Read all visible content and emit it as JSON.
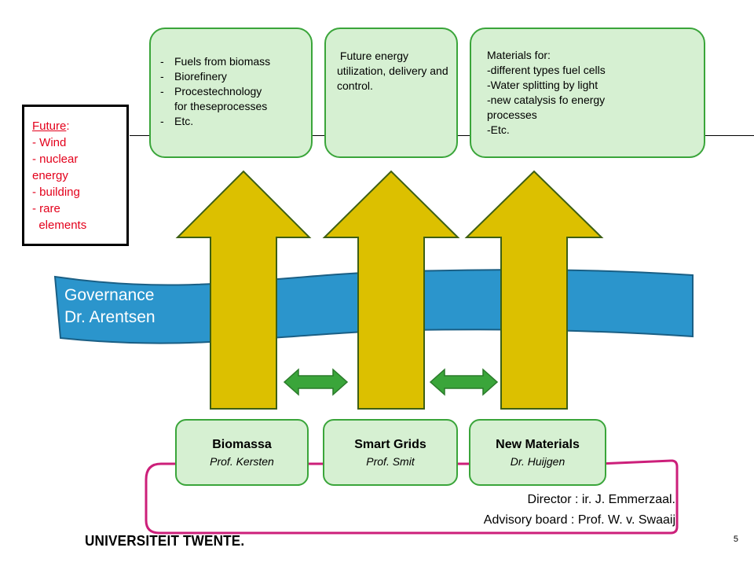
{
  "future_box": {
    "title": "Future",
    "title_suffix": ":",
    "items": [
      "- Wind",
      "- nuclear",
      "energy",
      "- building",
      "- rare",
      "  elements"
    ]
  },
  "topbox_biomass": {
    "items": [
      "Fuels from biomass",
      "Biorefinery",
      "Procestechnology",
      "for theseprocesses",
      "Etc."
    ]
  },
  "topbox_grids": {
    "text": " Future energy utilization, delivery and control."
  },
  "topbox_materials": {
    "lines": [
      "Materials for:",
      "-different types fuel cells",
      "-Water splitting by light",
      "-new catalysis fo energy",
      "processes",
      "-Etc."
    ]
  },
  "governance": {
    "line1": "Governance",
    "line2": "Dr. Arentsen"
  },
  "programs": [
    {
      "title": "Biomassa",
      "person": "Prof. Kersten"
    },
    {
      "title": "Smart Grids",
      "person": "Prof. Smit"
    },
    {
      "title": "New Materials",
      "person": "Dr. Huijgen"
    }
  ],
  "director": "Director : ir. J. Emmerzaal.",
  "advisory": "Advisory board : Prof. W. v. Swaaij",
  "logo": "UNIVERSITEIT TWENTE.",
  "page_number": "5",
  "colors": {
    "future_text": "#e3001b",
    "box_fill": "#d6f0d2",
    "box_border": "#3aa53a",
    "arrow_fill": "#dcc000",
    "arrow_border": "#3d5f14",
    "band_fill": "#2b95cc",
    "bracket": "#cc1f7a",
    "double_arrow": "#3aa53a"
  }
}
